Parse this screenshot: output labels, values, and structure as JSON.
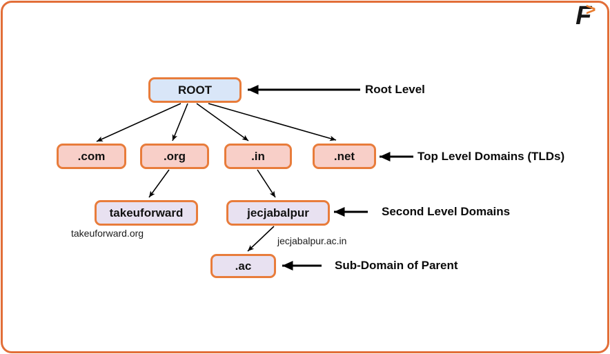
{
  "brand": {
    "letter": "F",
    "chevron": ">"
  },
  "colors": {
    "frame_border": "#e26e38",
    "node_border": "#e87c3b",
    "root_fill": "#d9e6f8",
    "tld_fill": "#f8cfc8",
    "second_fill": "#e8e1f1",
    "logo_chevron": "#e87c2e",
    "arrow": "#000000"
  },
  "nodes": {
    "root": {
      "label": "ROOT"
    },
    "com": {
      "label": ".com"
    },
    "org": {
      "label": ".org"
    },
    "in": {
      "label": ".in"
    },
    "net": {
      "label": ".net"
    },
    "takeuforward": {
      "label": "takeuforward"
    },
    "jecjabalpur": {
      "label": "jecjabalpur"
    },
    "ac": {
      "label": ".ac"
    }
  },
  "captions": {
    "takeuforward_url": "takeuforward.org",
    "jecjabalpur_url": "jecjabalpur.ac.in"
  },
  "annotations": {
    "root_level": "Root Level",
    "tld": "Top Level Domains (TLDs)",
    "second_level": "Second Level Domains",
    "subdomain": "Sub-Domain of Parent"
  }
}
